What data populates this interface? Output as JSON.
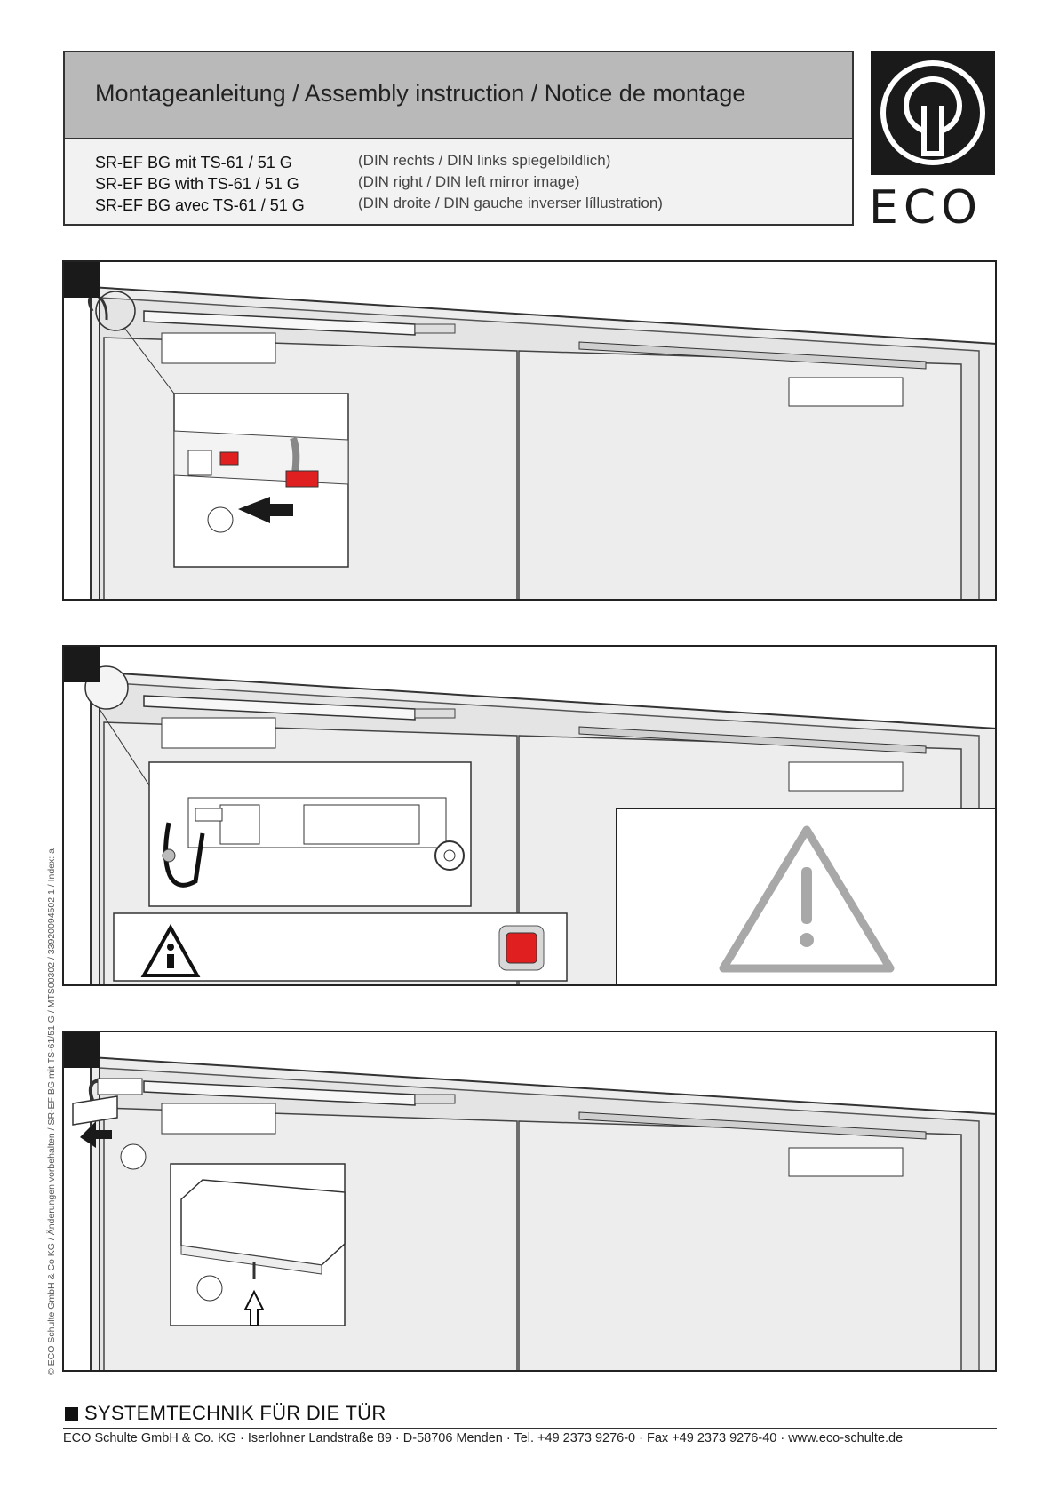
{
  "header": {
    "title": "Montageanleitung / Assembly instruction / Notice de montage",
    "models": [
      "SR-EF BG mit TS-61 / 51 G",
      "SR-EF BG with TS-61 / 51 G",
      "SR-EF BG avec TS-61 / 51 G"
    ],
    "notes": [
      "(DIN rechts / DIN links spiegelbildlich)",
      "(DIN right / DIN left mirror image)",
      "(DIN droite / DIN gauche inverser líllustration)"
    ]
  },
  "logo": {
    "text": "ECO",
    "icon": "keyhole-cylinder-icon"
  },
  "side_text": "© ECO Schulte GmbH & Co KG / Änderungen vorbehalten / SR-EF BG mit TS-61/51 G / MTS00302 / 33920094502 1 / Index: a",
  "footer": {
    "brand": "SYSTEMTECHNIK FÜR DIE TÜR",
    "address": "ECO Schulte GmbH & Co. KG · Iserlohner Landstraße 89 · D-58706 Menden · Tel. +49 2373 9276-0 · Fax +49 2373 9276-40 · www.eco-schulte.de"
  },
  "colors": {
    "accent_red": "#e02020",
    "panel_gray": "#ececec",
    "warning_gray": "#a8a8a8"
  }
}
